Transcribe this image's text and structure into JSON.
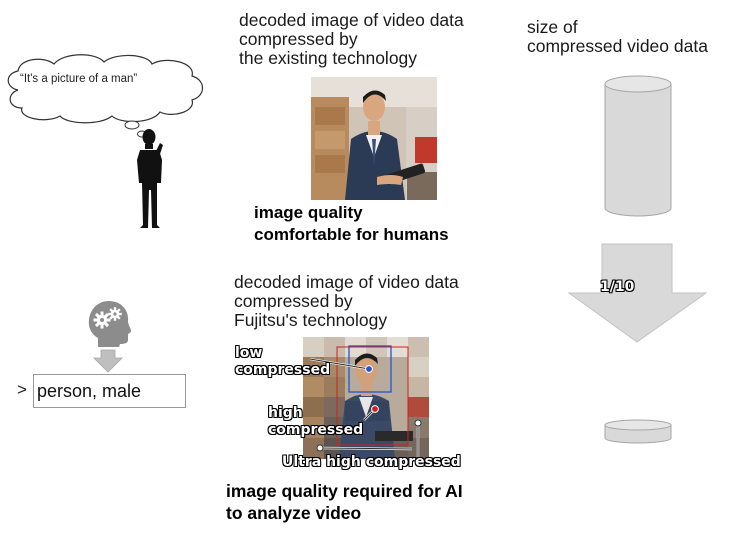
{
  "thought_bubble": {
    "text": "“It's a picture of a man”"
  },
  "existing": {
    "caption": "decoded image of video data\ncompressed by\nthe existing technology",
    "quality": "image quality\ncomfortable for humans"
  },
  "size": {
    "caption": "size of\ncompressed video data"
  },
  "ratio": {
    "label": "1/10"
  },
  "fujitsu": {
    "caption": "decoded image of video data\ncompressed by\nFujitsu's technology",
    "quality": "image quality required for AI\nto analyze video",
    "labels": {
      "low": "low\ncompressed",
      "high": "high\ncompressed",
      "ultra": "Ultra high compressed"
    }
  },
  "ai": {
    "prompt": ">",
    "result": "person, male"
  },
  "colors": {
    "cylinder": "#d9d9d9",
    "arrow": "#d9d9d9",
    "ai_head": "#8c8c8c",
    "box_low": "#2255cc",
    "box_high": "#cc2222"
  },
  "icons": [
    "person-silhouette-icon",
    "ai-head-gears-icon",
    "down-arrow-icon"
  ]
}
